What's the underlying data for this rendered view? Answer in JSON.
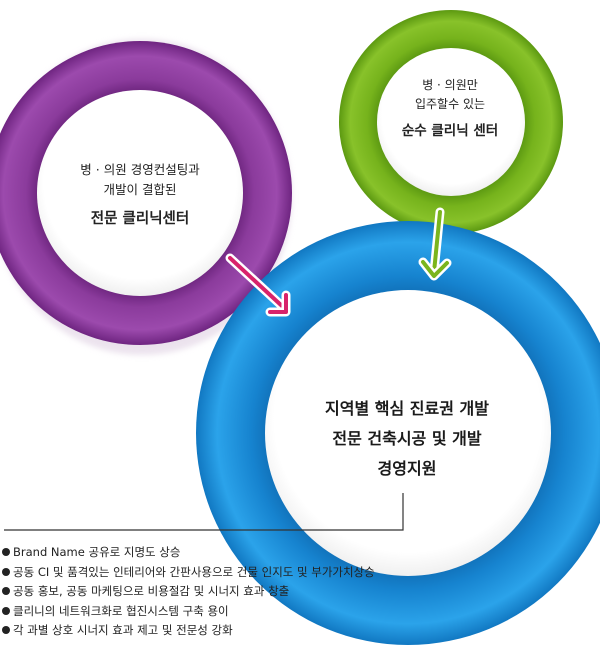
{
  "rings": {
    "purple": {
      "line1": "병 · 의원 경영컨설팅과",
      "line2": "개발이 결합된",
      "title": "전문 클리닉센터",
      "color": "#7b2d8b"
    },
    "green": {
      "line1": "병 · 의원만",
      "line2": "입주할수 있는",
      "title": "순수 클리닉 센터",
      "color": "#6aa516"
    },
    "blue": {
      "line1": "지역별 핵심 진료권 개발",
      "line2": "전문 건축시공 및 개발",
      "line3": "경영지원",
      "color": "#1b8fd6"
    }
  },
  "arrows": {
    "color": "#d8236b",
    "green_color": "#7ab51d"
  },
  "bullets": [
    "Brand Name 공유로 지명도 상승",
    "공동 CI 및 품격있는 인테리어와 간판사용으로 건물 인지도 및 부가가치상승",
    "공동 홍보, 공동 마케팅으로 비용절감 및 시너지 효과 창출",
    "클리니의 네트워크화로 협진시스템 구축 용이",
    "각 과별 상호 시너지 효과 제고 및 전문성 강화"
  ]
}
